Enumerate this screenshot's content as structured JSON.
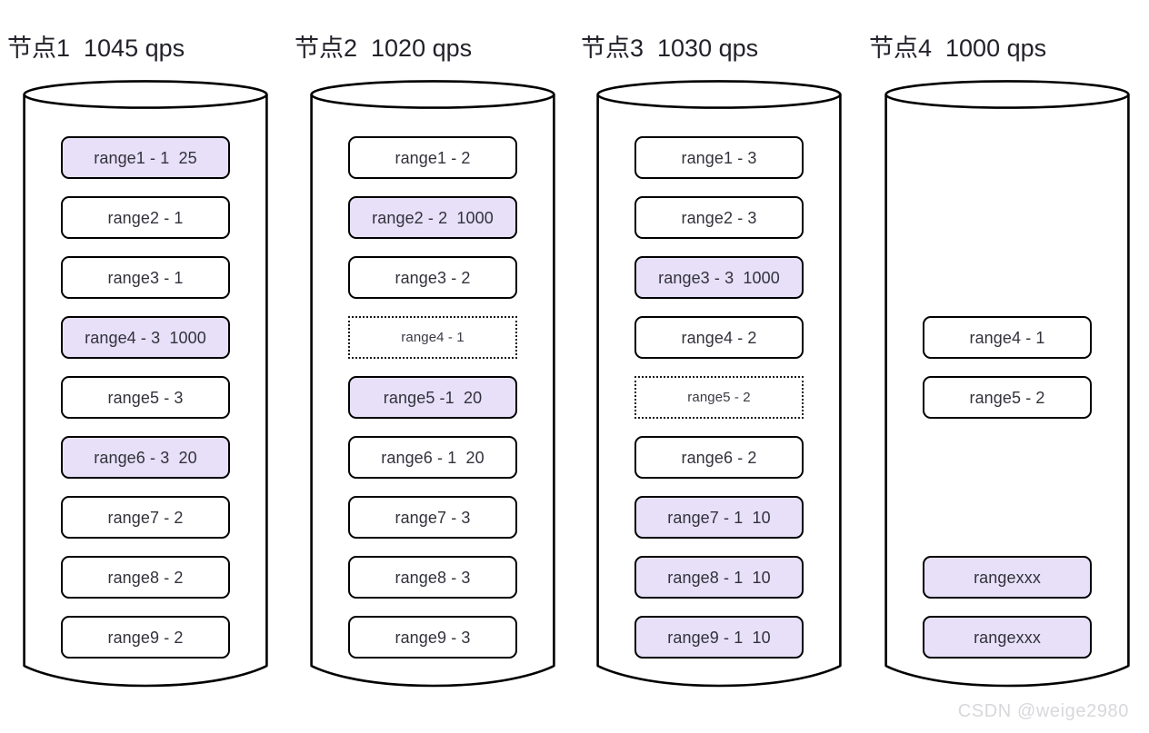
{
  "figure": {
    "title": "Range distribution across nodes with qps",
    "watermark": "CSDN @weige2980",
    "colors": {
      "highlight_fill": "#e7e0f8",
      "box_border": "#000000",
      "text": "#32323c",
      "watermark": "#d8d8dc",
      "background": "#ffffff"
    }
  },
  "nodes": [
    {
      "header": "节点1  1045 qps",
      "name": "节点1",
      "qps": "1045 qps",
      "boxes": [
        {
          "label": "range1 - 1  25",
          "style": "highlight"
        },
        {
          "label": "range2 - 1",
          "style": "plain"
        },
        {
          "label": "range3 - 1",
          "style": "plain"
        },
        {
          "label": "range4 - 3  1000",
          "style": "highlight"
        },
        {
          "label": "range5 - 3",
          "style": "plain"
        },
        {
          "label": "range6 - 3  20",
          "style": "highlight"
        },
        {
          "label": "range7 - 2",
          "style": "plain"
        },
        {
          "label": "range8 - 2",
          "style": "plain"
        },
        {
          "label": "range9 - 2",
          "style": "plain"
        }
      ]
    },
    {
      "header": "节点2  1020 qps",
      "name": "节点2",
      "qps": "1020 qps",
      "boxes": [
        {
          "label": "range1 - 2",
          "style": "plain"
        },
        {
          "label": "range2 - 2  1000",
          "style": "highlight"
        },
        {
          "label": "range3 - 2",
          "style": "plain"
        },
        {
          "label": "range4 - 1",
          "style": "ghost"
        },
        {
          "label": "range5 -1  20",
          "style": "highlight"
        },
        {
          "label": "range6 - 1  20",
          "style": "plain"
        },
        {
          "label": "range7 - 3",
          "style": "plain"
        },
        {
          "label": "range8 - 3",
          "style": "plain"
        },
        {
          "label": "range9 - 3",
          "style": "plain"
        }
      ]
    },
    {
      "header": "节点3  1030 qps",
      "name": "节点3",
      "qps": "1030 qps",
      "boxes": [
        {
          "label": "range1 - 3",
          "style": "plain"
        },
        {
          "label": "range2 - 3",
          "style": "plain"
        },
        {
          "label": "range3 - 3  1000",
          "style": "highlight"
        },
        {
          "label": "range4 - 2",
          "style": "plain"
        },
        {
          "label": "range5 - 2",
          "style": "ghost"
        },
        {
          "label": "range6 - 2",
          "style": "plain"
        },
        {
          "label": "range7 - 1  10",
          "style": "highlight"
        },
        {
          "label": "range8 - 1  10",
          "style": "highlight"
        },
        {
          "label": "range9 - 1  10",
          "style": "highlight"
        }
      ]
    },
    {
      "header": "节点4  1000 qps",
      "name": "节点4",
      "qps": "1000 qps",
      "boxes": [
        {
          "label": "",
          "style": "spacer"
        },
        {
          "label": "",
          "style": "spacer"
        },
        {
          "label": "",
          "style": "spacer"
        },
        {
          "label": "range4 - 1",
          "style": "plain"
        },
        {
          "label": "range5 - 2",
          "style": "plain"
        },
        {
          "label": "",
          "style": "spacer"
        },
        {
          "label": "",
          "style": "spacer"
        },
        {
          "label": "rangexxx",
          "style": "highlight"
        },
        {
          "label": "rangexxx",
          "style": "highlight"
        }
      ]
    }
  ]
}
